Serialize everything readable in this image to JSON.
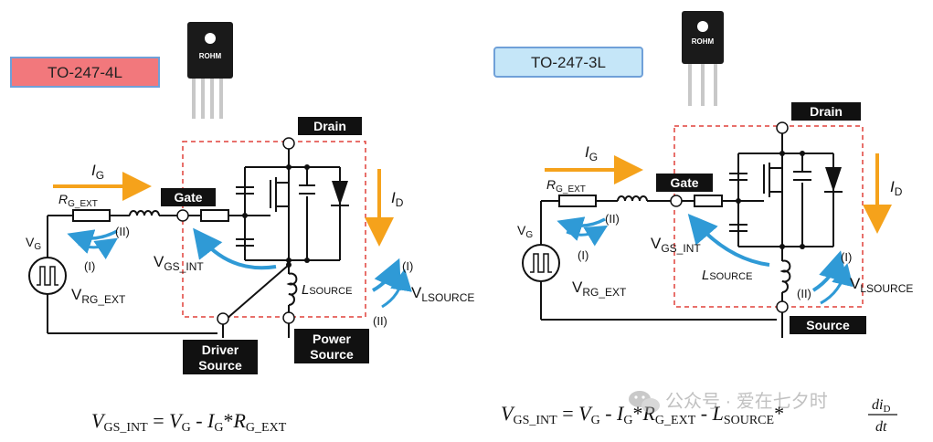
{
  "left": {
    "package_label": "TO-247-4L",
    "package_colors": {
      "fill": "#f2787c",
      "border": "#6fa0d8"
    },
    "chip_brand": "ROHM",
    "drain": "Drain",
    "gate": "Gate",
    "driver_source": [
      "Driver",
      "Source"
    ],
    "power_source": [
      "Power",
      "Source"
    ],
    "ig": "I",
    "ig_sub": "G",
    "id": "I",
    "id_sub": "D",
    "rg": "R",
    "rg_sub": "G_EXT",
    "vg": "V",
    "vg_sub": "G",
    "loop_ii": "(II)",
    "loop_i": "(I)",
    "vrg": "V",
    "vrg_sub": "RG_EXT",
    "vgs": "V",
    "vgs_sub": "GS_INT",
    "lsource": "L",
    "lsource_sub": "SOURCE",
    "vlsource": "V",
    "vlsource_sub": "LSOURCE",
    "lsource_ii": "(II)",
    "lsource_i": "(I)",
    "eq": {
      "v1": "V",
      "v1_sub": "GS_INT",
      "eq": "=",
      "v2": "V",
      "v2_sub": "G",
      "minus": "-",
      "i": "I",
      "i_sub": "G",
      "star": "*",
      "r": "R",
      "r_sub": "G_EXT"
    }
  },
  "right": {
    "package_label": "TO-247-3L",
    "package_colors": {
      "fill": "#c5e6f8",
      "border": "#6fa0d8"
    },
    "chip_brand": "ROHM",
    "drain": "Drain",
    "gate": "Gate",
    "source": "Source",
    "ig": "I",
    "ig_sub": "G",
    "id": "I",
    "id_sub": "D",
    "rg": "R",
    "rg_sub": "G_EXT",
    "vg": "V",
    "vg_sub": "G",
    "loop_ii": "(II)",
    "loop_i": "(I)",
    "vrg": "V",
    "vrg_sub": "RG_EXT",
    "vgs": "V",
    "vgs_sub": "GS_INT",
    "lsource": "L",
    "lsource_sub": "SOURCE",
    "vlsource": "V",
    "vlsource_sub": "LSOURCE",
    "lsource_i": "(I)",
    "lsource_ii": "(II)",
    "eq": {
      "v1": "V",
      "v1_sub": "GS_INT",
      "eq": "=",
      "v2": "V",
      "v2_sub": "G",
      "minus1": "-",
      "i": "I",
      "i_sub": "G",
      "star1": "*",
      "r": "R",
      "r_sub": "G_EXT",
      "minus2": "-",
      "l": "L",
      "l_sub": "SOURCE",
      "star2": "*",
      "frac_num": "di",
      "frac_num_sub": "D",
      "frac_den": "dt"
    }
  },
  "watermark": {
    "icon": "wechat-icon",
    "text": "公众号 · 爱在七夕时"
  },
  "colors": {
    "arrow_orange": "#f5a21b",
    "arrow_blue": "#2f9ad6",
    "dashed_red": "#e0403a",
    "wire": "#111111"
  }
}
